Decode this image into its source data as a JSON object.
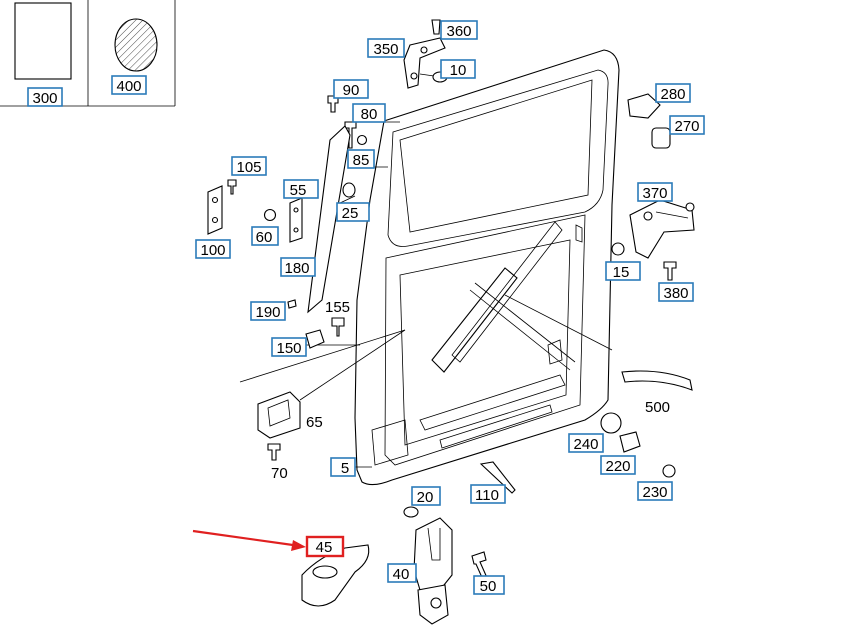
{
  "callouts": {
    "c300": "300",
    "c400": "400",
    "c360": "360",
    "c350": "350",
    "c10": "10",
    "c90": "90",
    "c80": "80",
    "c85": "85",
    "c105": "105",
    "c55": "55",
    "c25": "25",
    "c100": "100",
    "c60": "60",
    "c180": "180",
    "c190": "190",
    "c150": "150",
    "c280": "280",
    "c270": "270",
    "c370": "370",
    "c15": "15",
    "c380": "380",
    "c240": "240",
    "c220": "220",
    "c230": "230",
    "c5": "5",
    "c110": "110",
    "c20": "20",
    "c45": "45",
    "c40": "40",
    "c50": "50"
  },
  "plain_labels": {
    "p155": "155",
    "p65": "65",
    "p70": "70",
    "p500": "500"
  },
  "highlight": {
    "color": "#e02020",
    "target": "45"
  },
  "colors": {
    "callout_border": "#2b7bb9",
    "line": "#000000",
    "background": "#ffffff"
  }
}
